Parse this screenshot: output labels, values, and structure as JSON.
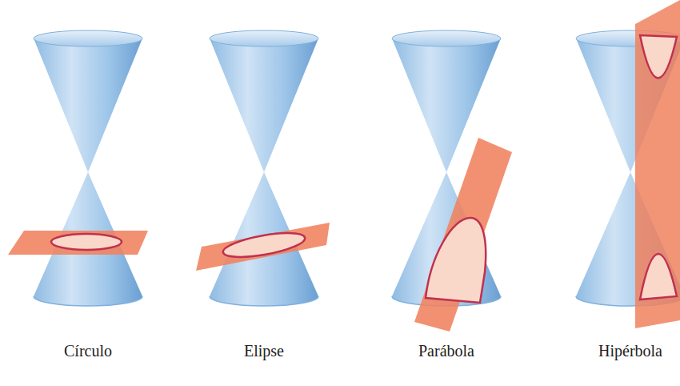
{
  "diagram": {
    "labels": [
      "Círculo",
      "Elipse",
      "Parábola",
      "Hipérbola"
    ]
  }
}
